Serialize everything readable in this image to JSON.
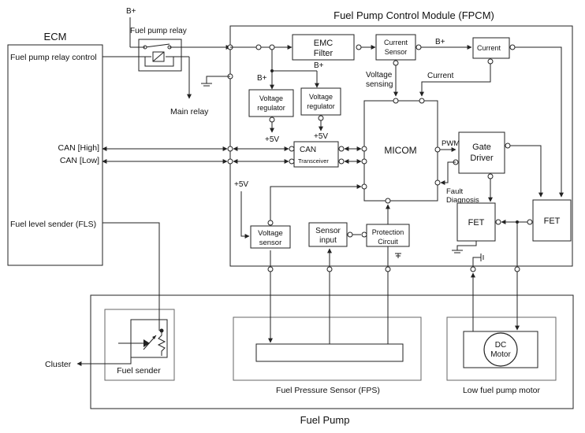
{
  "labels": {
    "ecm": "ECM",
    "fpcm": "Fuel Pump Control Module (FPCM)",
    "fuel_pump": "Fuel Pump",
    "fuel_pump_relay": "Fuel pump relay",
    "b_plus": "B+",
    "fuel_pump_relay_control": "Fuel pump relay control",
    "main_relay": "Main relay",
    "can_high": "CAN [High]",
    "can_low": "CAN [Low]",
    "fls": "Fuel level sender (FLS)",
    "emc_filter_1": "EMC",
    "emc_filter_2": "Filter",
    "current_sensor_1": "Current",
    "current_sensor_2": "Sensor",
    "current_box": "Current",
    "voltage_sensing_1": "Voltage",
    "voltage_sensing_2": "sensing",
    "current_label": "Current",
    "voltage_regulator_1": "Voltage",
    "voltage_regulator_2": "regulator",
    "plus5v": "+5V",
    "can_box_1": "CAN",
    "can_box_2": "Transceiver",
    "micom": "MICOM",
    "pwm": "PWM",
    "gate_driver_1": "Gate",
    "gate_driver_2": "Driver",
    "fault_1": "Fault",
    "fault_2": "Diagnosis",
    "fet": "FET",
    "voltage_sensor_1": "Voltage",
    "voltage_sensor_2": "sensor",
    "sensor_input_1": "Sensor",
    "sensor_input_2": "input",
    "protection_1": "Protection",
    "protection_2": "Circuit",
    "fuel_sender": "Fuel sender",
    "cluster": "Cluster",
    "fps": "Fuel Pressure Sensor (FPS)",
    "dc_motor_1": "DC",
    "dc_motor_2": "Motor",
    "low_fuel_pump_motor": "Low fuel pump motor"
  }
}
